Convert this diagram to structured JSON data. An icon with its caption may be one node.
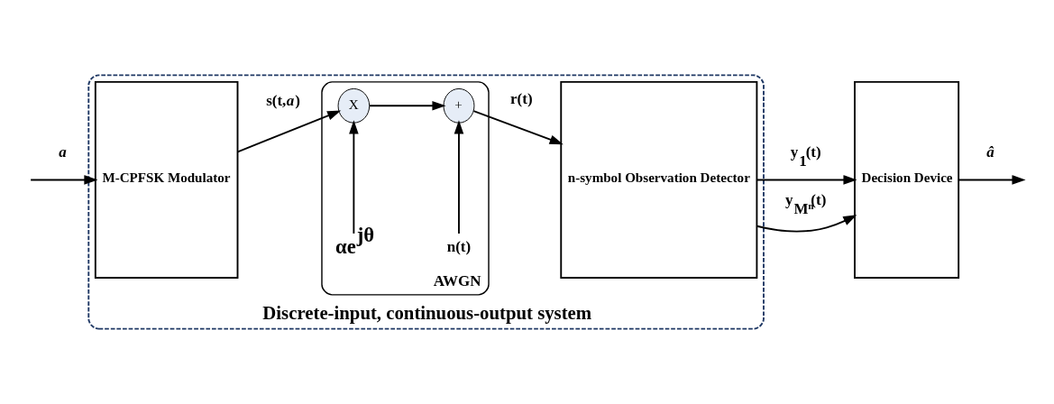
{
  "diagram": {
    "nodes": [
      {
        "text": [
          "Discrete-input, continuous-output system"
        ]
      },
      {
        "text": [
          "M-CPFSK Modulator"
        ],
        "in": 0
      },
      {
        "text": [
          "AWGN"
        ],
        "in": 0
      },
      {
        "text": [
          "X"
        ],
        "in": 2
      },
      {
        "text": [
          "+"
        ],
        "in": 2
      },
      {
        "text": [
          "αe$^{jθ}$"
        ],
        "in": 2
      },
      {
        "text": [
          "n(t)"
        ],
        "in": 2
      },
      {
        "text": [
          "n-symbol Observation Detector"
        ],
        "in": 0
      },
      {
        "text": [
          "Decision Device"
        ]
      }
    ],
    "edges": [
      {
        "from": null,
        "to": 1,
        "arrow": "to",
        "label": "*a*"
      },
      {
        "from": 1,
        "to": 3,
        "arrow": "to",
        "label": "s(t,*a*)"
      },
      {
        "from": 3,
        "to": 4,
        "arrow": "to"
      },
      {
        "from": 5,
        "to": 3,
        "arrow": "to"
      },
      {
        "from": 6,
        "to": 4,
        "arrow": "to"
      },
      {
        "from": 4,
        "to": 7,
        "arrow": "to",
        "label": "r(t)"
      },
      {
        "from": 7,
        "to": 8,
        "arrow": "to",
        "label": "y$_{1}$(t)"
      },
      {
        "from": 7,
        "to": 8,
        "arrow": "to",
        "label": "y$_{Mⁿ}$(t)"
      },
      {
        "from": 8,
        "to": null,
        "arrow": "to",
        "label": "*â*"
      }
    ]
  }
}
